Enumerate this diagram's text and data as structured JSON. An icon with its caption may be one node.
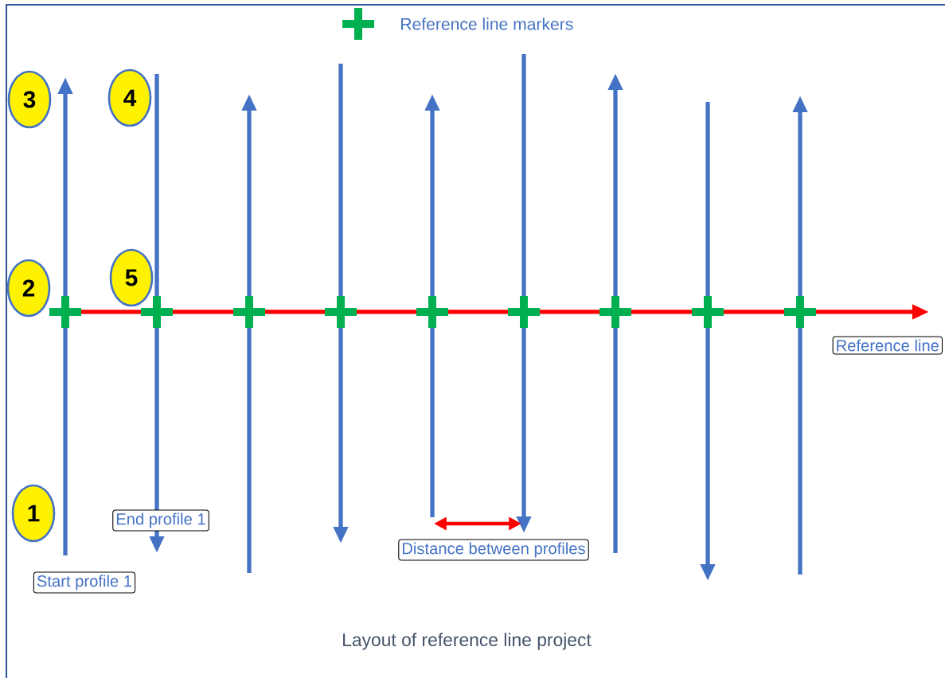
{
  "diagram": {
    "caption": "Layout of reference line project",
    "nodes": [
      {
        "text": [
          "3"
        ]
      },
      {
        "text": [
          "4"
        ]
      },
      {
        "text": [
          "5"
        ]
      },
      {
        "text": [
          "2"
        ]
      },
      {
        "text": [
          "Reference line"
        ]
      },
      {
        "text": [
          "1"
        ]
      },
      {
        "text": [
          "End profile 1"
        ]
      },
      {
        "text": [
          "Distance between profiles"
        ]
      },
      {
        "text": [
          "Start profile 1"
        ]
      }
    ],
    "legend": [
      {
        "text": "Reference line markers"
      }
    ]
  }
}
